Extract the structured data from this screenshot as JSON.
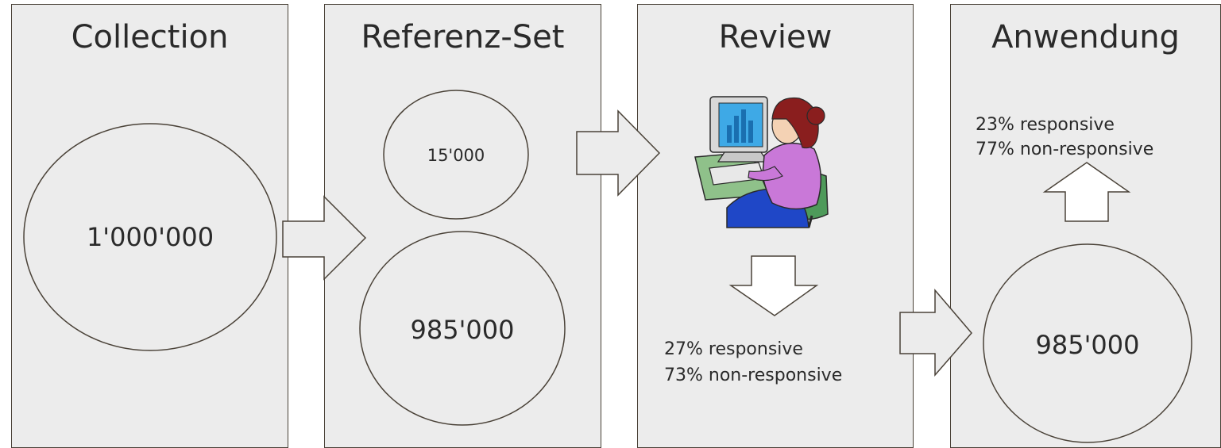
{
  "panels": {
    "collection": {
      "title": "Collection",
      "count": "1'000'000"
    },
    "reference_set": {
      "title": "Referenz-Set",
      "sample_count": "15'000",
      "remaining_count": "985'000"
    },
    "review": {
      "title": "Review",
      "result_responsive": "27% responsive",
      "result_non_responsive": "73% non-responsive"
    },
    "application": {
      "title": "Anwendung",
      "count": "985'000",
      "result_responsive": "23% responsive",
      "result_non_responsive": "77% non-responsive"
    }
  },
  "icons": {
    "review_illustration": "person-at-computer-icon",
    "flow_arrows": [
      "arrow-right-icon",
      "arrow-right-icon",
      "arrow-down-icon",
      "arrow-right-icon",
      "arrow-up-icon"
    ]
  },
  "colors": {
    "panel_fill": "#ececec",
    "outline": "#4a4238",
    "text": "#2a2a2a"
  }
}
